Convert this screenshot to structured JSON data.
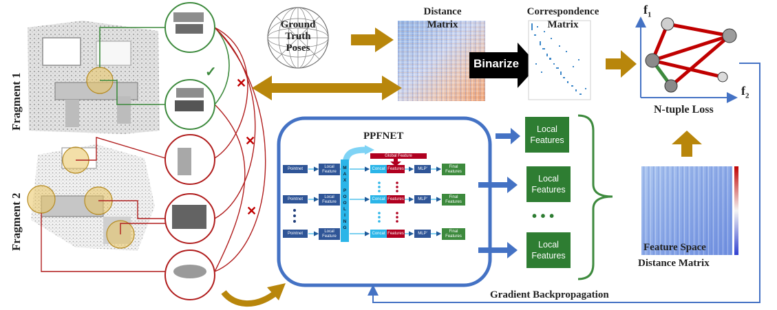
{
  "labels": {
    "fragment1": "Fragment 1",
    "fragment2": "Fragment 2",
    "ground_truth": [
      "Ground",
      "Truth",
      "Poses"
    ],
    "distance_matrix": [
      "Distance",
      "Matrix"
    ],
    "correspondence_matrix": [
      "Correspondence",
      "Matrix"
    ],
    "binarize": "Binarize",
    "f1": "f",
    "f1_sub": "1",
    "f2": "f",
    "f2_sub": "2",
    "ntuple_loss": "N-tuple Loss",
    "ppfnet": "PPFNET",
    "local_features": [
      "Local",
      "Features"
    ],
    "ellipsis": "• • •",
    "feature_space": "Feature Space",
    "feature_space_sub": "Distance Matrix",
    "gradient": "Gradient Backpropagation",
    "check": "✓",
    "cross": "✕"
  },
  "ppfnet_inner": {
    "global_feature": "Global Feature",
    "pointnet": "Pointnet",
    "local_feature": [
      "Local",
      "Feature"
    ],
    "concat": "Concat",
    "features": "Features",
    "mlp": "MLP'",
    "final_feature": [
      "Final",
      "Features"
    ],
    "max_pooling": [
      "M",
      "A",
      "X",
      "",
      "P",
      "O",
      "O",
      "L",
      "I",
      "N",
      "G"
    ]
  },
  "colors": {
    "arrow_gold": "#b8860b",
    "frame_blue": "#4472c4",
    "feature_green": "#2e7d32",
    "patch_green": "#3d8a3d",
    "patch_red": "#b01c1c",
    "loss_edge": "#c00000"
  }
}
